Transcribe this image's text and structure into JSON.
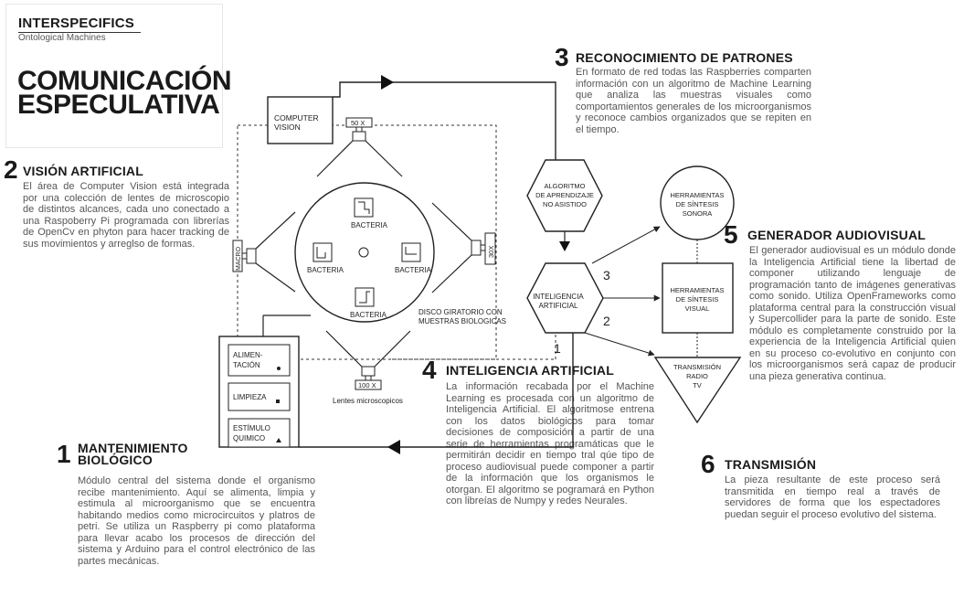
{
  "header": {
    "brand": "INTERSPECIFICS",
    "brand_sub": "Ontological Machines",
    "title": "COMUNICACIÓN ESPECULATIVA"
  },
  "sections": {
    "s1": {
      "num": "1",
      "title": "MANTENIMIENTO BIOLÓGICO",
      "text": "Módulo central del sistema donde el organismo recibe mantenimiento. Aquí se alimenta, limpia y estimula al microorganismo que se encuentra habitando medios como microcircuitos y platros de petri. Se utiliza un Raspberry pi como plataforma para llevar acabo los procesos de dirección del sistema y Arduino para el control electrónico de las partes mecánicas."
    },
    "s2": {
      "num": "2",
      "title": "VISIÓN ARTIFICIAL",
      "text": "El área de Computer Vision está integrada por una colección de lentes de microscopio de distintos alcances, cada uno conectado a una Raspoberry Pi programada con librerías de OpenCv en phyton para hacer tracking de sus movimientos y arreglso de formas."
    },
    "s3": {
      "num": "3",
      "title": "RECONOCIMIENTO DE PATRONES",
      "text": "En formato de red todas las Raspberries comparten información con un algoritmo de Machine Learning que analiza las muestras visuales como comportamientos generales de los microorganismos y reconoce cambios organizados que se repiten en el tiempo."
    },
    "s4": {
      "num": "4",
      "title": "INTELIGENCIA ARTIFICIAL",
      "text": "La información recabada por el Machine Learning es procesada con un algoritmo de Inteligencia Artificial. El algoritmose entrena con los datos biológicos para tomar decisiones de composición a partir de una serie de herramientas programáticas que le permitirán decidir en tiempo tral qúe tipo de proceso audiovisual puede componer a partir de la información que los organismos le otorgan. El algoritmo se pogramará en Python con libreías de Numpy y redes Neurales."
    },
    "s5": {
      "num": "5",
      "title": "GENERADOR AUDIOVISUAL",
      "text": "El generador audiovisual es un módulo donde la Inteligencia Artificial tiene la libertad de componer utilizando lenguaje de programación tanto de imágenes generativas como sonido. Utiliza OpenFrameworks como plataforma central para la construcción visual y Supercollider para la parte de sonido. Este módulo es completamente construido por la experiencia de la Inteligencia Artificial quien en su proceso co-evolutivo en conjunto con los microorganismos será capaz de producir una pieza generativa continua."
    },
    "s6": {
      "num": "6",
      "title": "TRANSMISIÓN",
      "text": "La pieza resultante de este proceso será transmitida en tiempo real a través de servidores de forma que los espectadores puedan seguir el proceso evolutivo del sistema."
    }
  },
  "diagram": {
    "computer_vision": [
      "COMPUTER",
      "VISION"
    ],
    "lens_top": "50 X",
    "lens_right": "30X",
    "lens_bottom": "100 X",
    "lens_left": "MACRO",
    "lentes_label": "Lentes microscopicos",
    "bacteria": [
      "BACTERIA",
      "BACTERIA",
      "BACTERIA",
      "BACTERIA"
    ],
    "disco": [
      "DISCO GIRATORIO CON",
      "MUESTRAS BIOLOGICAS"
    ],
    "control_panel": {
      "alimentacion": [
        "ALIMEN-",
        "TACIÓN"
      ],
      "limpieza": "LIMPIEZA",
      "estimulo": [
        "ESTÍMULO",
        "QUIMICO"
      ]
    },
    "algoritmo": [
      "ALGORITMO",
      "DE APRENDIZAJE",
      "NO ASISTIDO"
    ],
    "inteligencia": [
      "INTELIGENCIA",
      "ARTIFICIAL"
    ],
    "sonora": [
      "HERRAMIENTAS",
      "DE SÍNTESIS",
      "SONORA"
    ],
    "visual": [
      "HERRAMIENTAS",
      "DE SÍNTESIS",
      "VISUAL"
    ],
    "transmision": [
      "TRANSMISIÓN",
      "RADIO",
      "TV"
    ],
    "edge_labels": [
      "3",
      "2",
      "1"
    ]
  }
}
